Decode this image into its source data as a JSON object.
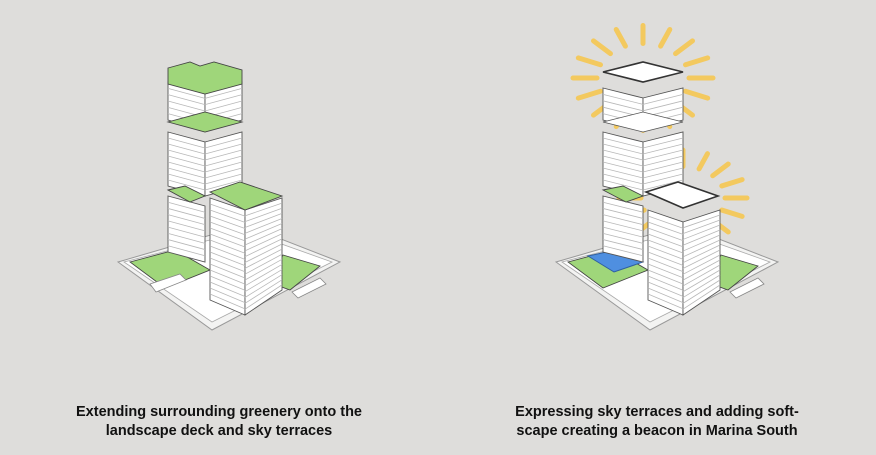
{
  "panels": [
    {
      "caption_line1": "Extending surrounding greenery onto the",
      "caption_line2": "landscape deck and sky terraces"
    },
    {
      "caption_line1": "Expressing sky terraces and adding soft-",
      "caption_line2": "scape creating a beacon in Marina South"
    }
  ],
  "colors": {
    "background": "#dedddb",
    "greenery": "#9fd67a",
    "building": "#ffffff",
    "outline": "#555555",
    "pool": "#4f8fe0",
    "beacon": "#f7c64a"
  }
}
